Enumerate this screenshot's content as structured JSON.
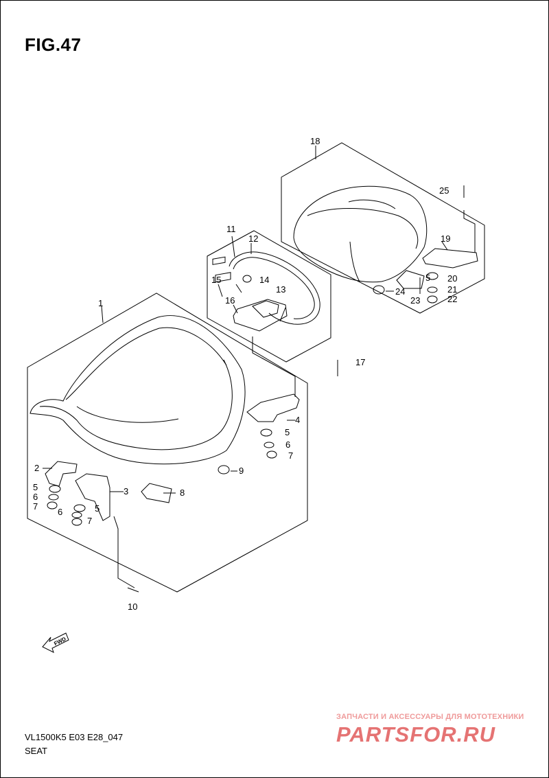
{
  "figure_title": "FIG.47",
  "footer": {
    "model_code": "VL1500K5 E03 E28_047",
    "section_name": "SEAT"
  },
  "watermark": {
    "tagline": "ЗАПЧАСТИ И АКСЕССУАРЫ ДЛЯ МОТОТЕХНИКИ",
    "brand": "PARTSFOR.RU"
  },
  "direction_arrow": {
    "label": "FWD"
  },
  "callouts": [
    "1",
    "2",
    "3",
    "4",
    "5",
    "5",
    "5",
    "5",
    "6",
    "6",
    "6",
    "7",
    "7",
    "7",
    "8",
    "9",
    "10",
    "11",
    "12",
    "13",
    "14",
    "15",
    "16",
    "17",
    "18",
    "19",
    "20",
    "21",
    "22",
    "23",
    "24",
    "25"
  ]
}
